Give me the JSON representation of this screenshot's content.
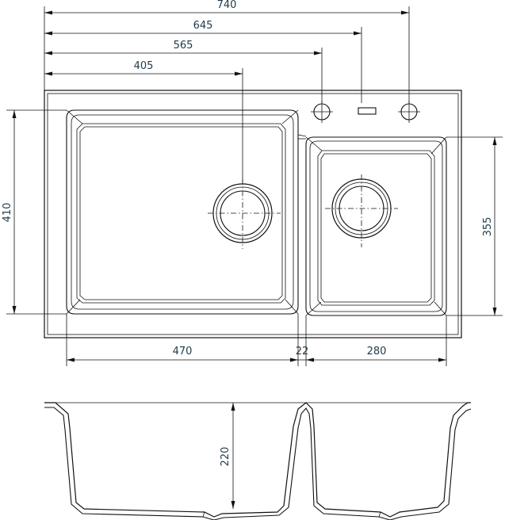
{
  "drawing": {
    "top_dimensions": {
      "overall_width": "740",
      "tap_hole_right": "645",
      "tap_hole_left": "565",
      "main_drain_center": "405"
    },
    "side_dimensions": {
      "main_bowl_depth": "410",
      "second_bowl_depth": "355"
    },
    "bottom_dimensions": {
      "main_bowl_width": "470",
      "divider_width": "22",
      "second_bowl_width": "280"
    },
    "section_dimensions": {
      "bowl_depth": "220"
    }
  }
}
